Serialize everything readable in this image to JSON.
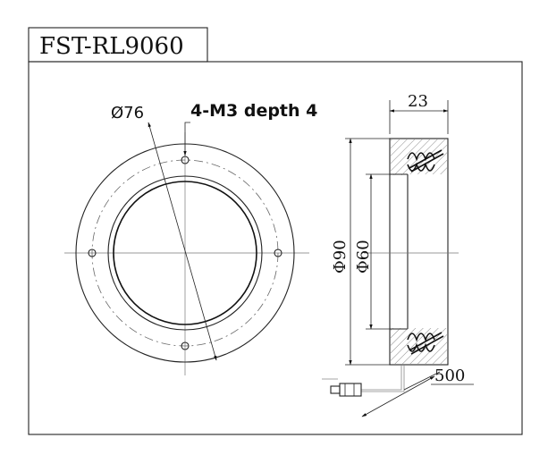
{
  "title": "FST-RL9060",
  "dimensions": {
    "bolt_circle": "Ø76",
    "holes": "4-M3 depth 4",
    "width": "23",
    "outer_diameter": "Φ90",
    "inner_diameter": "Φ60",
    "cable_length": "500"
  },
  "colors": {
    "line": "#222222",
    "background": "#ffffff"
  }
}
